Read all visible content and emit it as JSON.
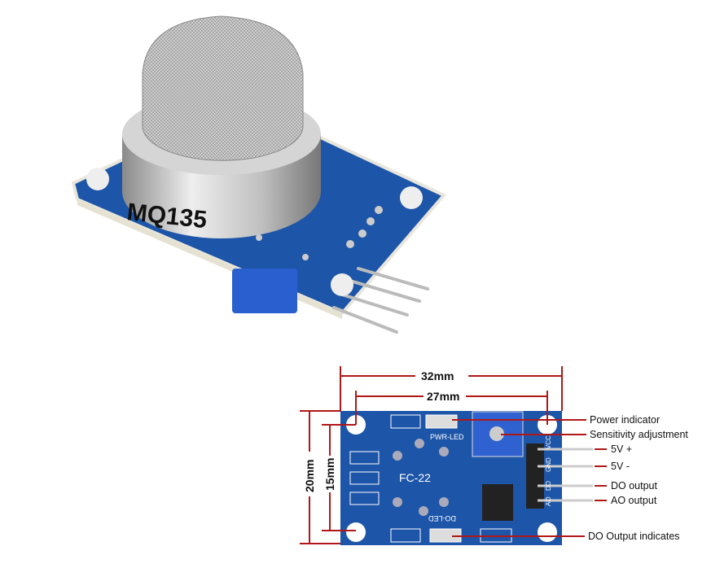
{
  "product": {
    "sensor_marking": "MQ135",
    "board_marking": "FC-22",
    "pwr_led_silkscreen": "PWR-LED",
    "do_led_silkscreen": "DO-LED",
    "header_silkscreen": [
      "VCC",
      "GND",
      "DO",
      "AO"
    ]
  },
  "dimensions": {
    "width_outer": "32mm",
    "width_holes": "27mm",
    "height_outer": "20mm",
    "height_holes": "15mm"
  },
  "callouts": {
    "power_indicator": "Power indicator",
    "sensitivity": "Sensitivity adjustment",
    "vcc": "5V +",
    "gnd": "5V -",
    "do": "DO output",
    "ao": "AO output",
    "do_led": "DO Output indicates"
  },
  "colors": {
    "pcb": "#1d55a8",
    "dimension_line": "#b01818",
    "metal": "#b9b9b9"
  }
}
